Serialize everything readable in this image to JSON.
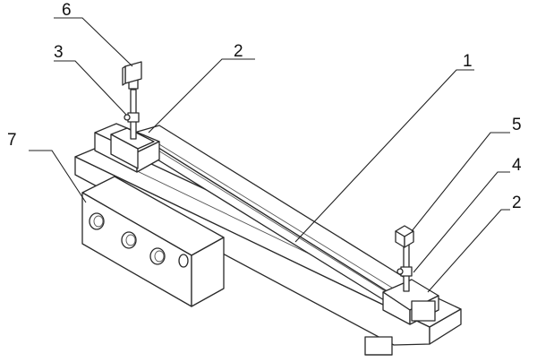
{
  "labels": {
    "l1": "1",
    "l2a": "2",
    "l2b": "2",
    "l3": "3",
    "l4": "4",
    "l5": "5",
    "l6": "6",
    "l7": "7"
  }
}
